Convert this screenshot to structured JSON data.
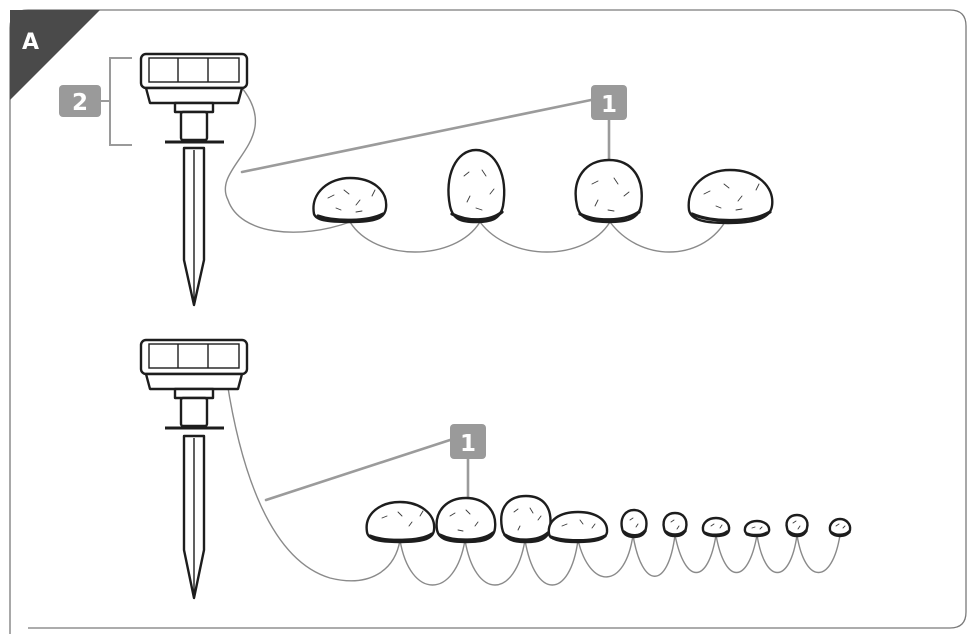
{
  "figure": {
    "panel_label": "A",
    "callouts": {
      "solar_unit": "2",
      "stone_light_top": "1",
      "stone_light_bottom": "1"
    },
    "colors": {
      "panel_tab": "#4a4a4a",
      "callout_badge": "#9a9a9a",
      "frame": "#7a7a7a",
      "wire": "#8a8a8a",
      "ink": "#1d1d1d"
    }
  }
}
